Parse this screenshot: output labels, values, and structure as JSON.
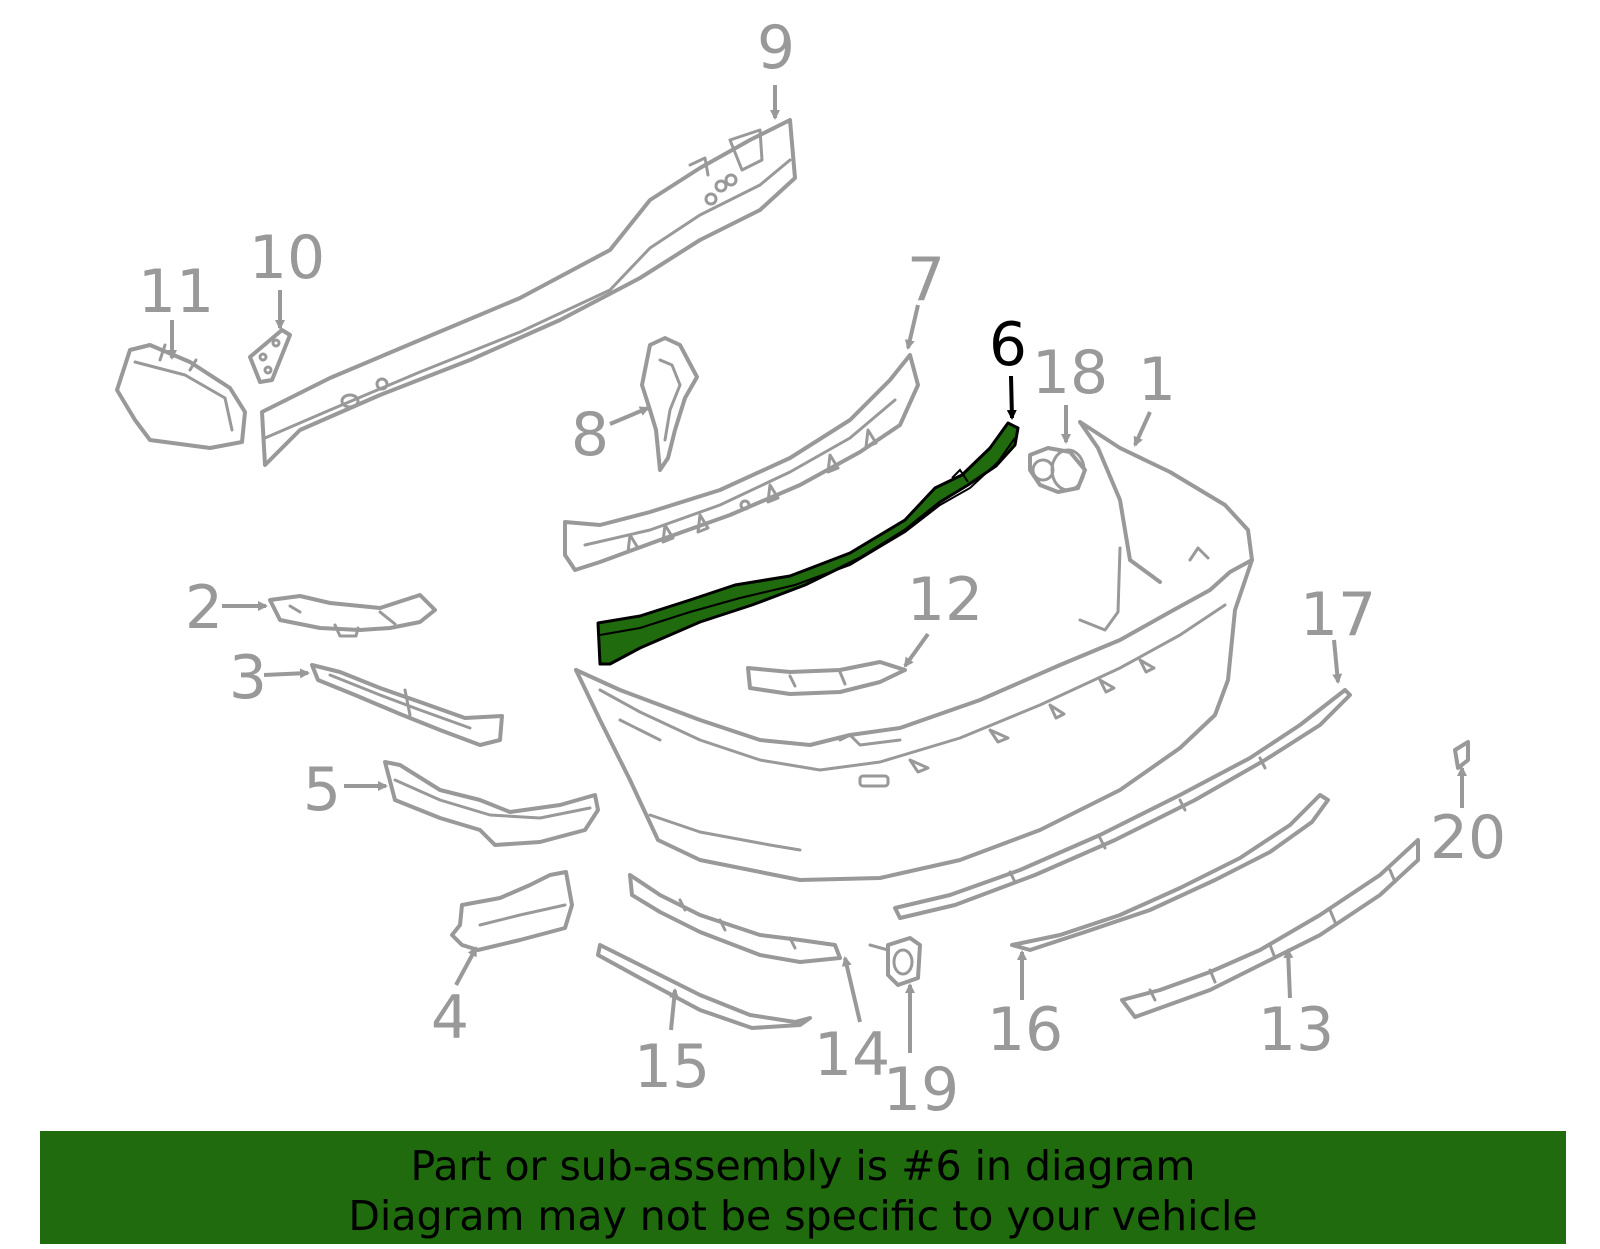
{
  "diagram": {
    "highlighted_part": "6",
    "highlight_color": "#1f6b0d",
    "part_color": "#999999",
    "labels": [
      "1",
      "2",
      "3",
      "4",
      "5",
      "6",
      "7",
      "8",
      "9",
      "10",
      "11",
      "12",
      "13",
      "14",
      "15",
      "16",
      "17",
      "18",
      "19",
      "20"
    ]
  },
  "banner": {
    "line1": "Part or sub-assembly is #6 in diagram",
    "line2": "Diagram may not be specific to your vehicle",
    "background": "#1f6b0d"
  }
}
